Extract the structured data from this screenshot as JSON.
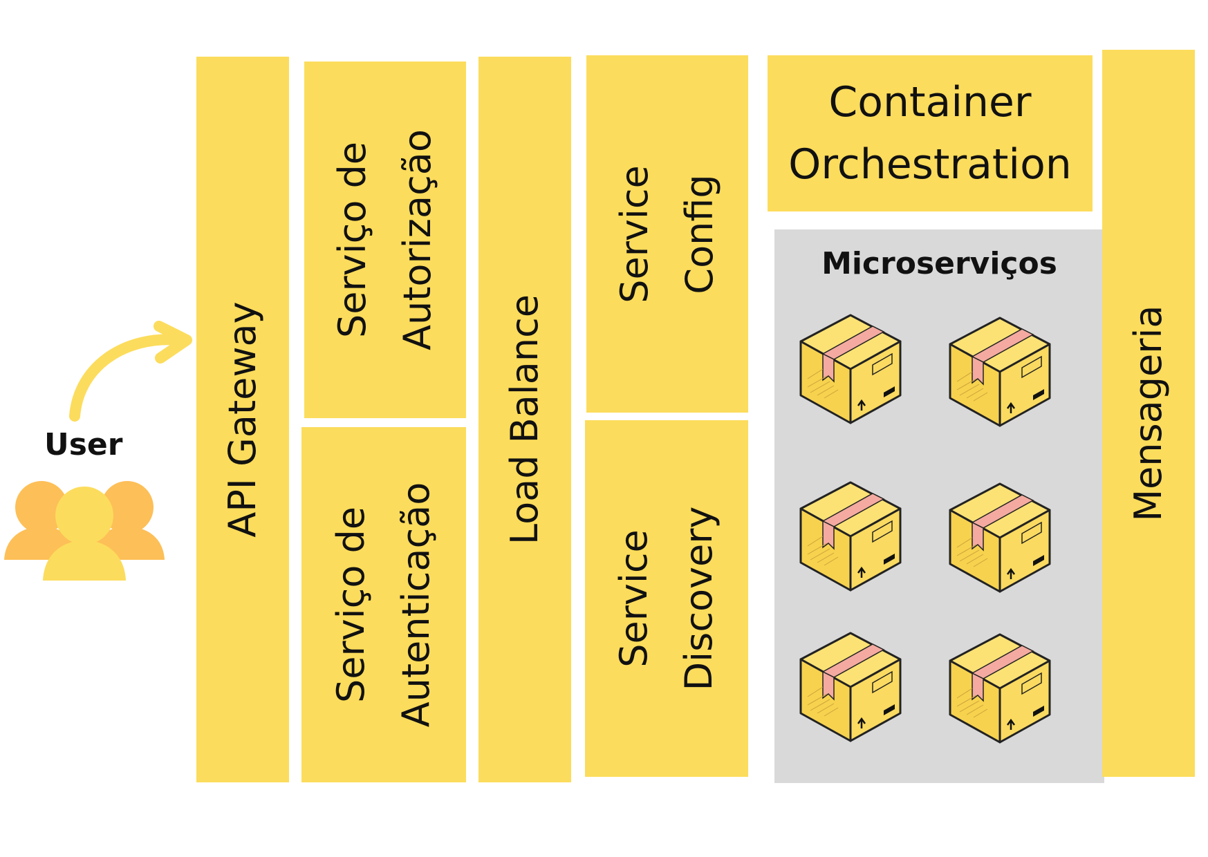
{
  "user": {
    "label": "User"
  },
  "blocks": {
    "api_gateway": "API Gateway",
    "autorizacao": [
      "Serviço de",
      "Autorização"
    ],
    "autenticacao": [
      "Serviço de",
      "Autenticação"
    ],
    "load_balance": "Load Balance",
    "service_config": [
      "Service",
      "Config"
    ],
    "service_discovery": [
      "Service",
      "Discovery"
    ],
    "container_orchestration": [
      "Container",
      "Orchestration"
    ],
    "mensageria": "Mensageria"
  },
  "microservices": {
    "title": "Microserviços",
    "box_count": 6
  },
  "colors": {
    "block": "#fcdc5c",
    "panel": "#d9d9d9",
    "user_back": "#fdbf57",
    "user_front": "#fcdc5c",
    "tape": "#f4aaa0"
  }
}
